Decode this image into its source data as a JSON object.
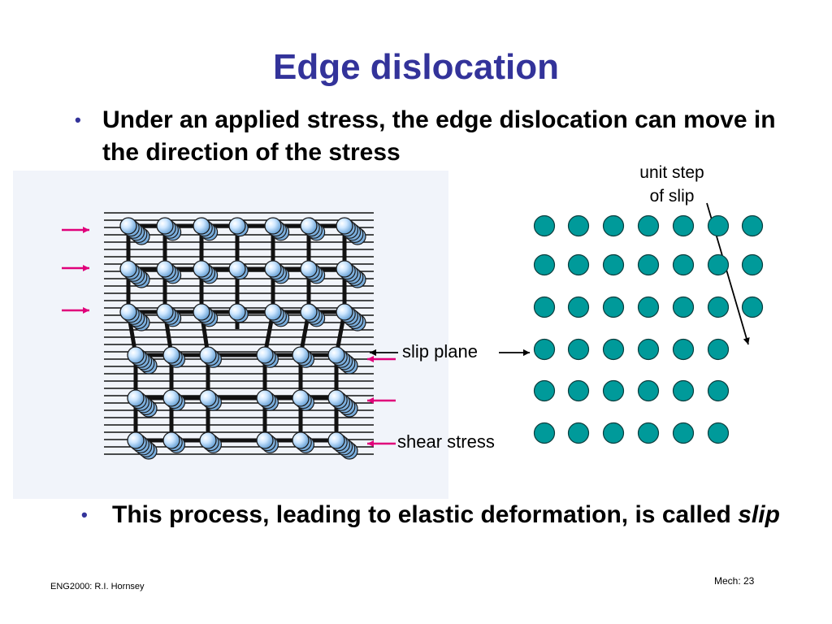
{
  "slide": {
    "title": "Edge dislocation",
    "bullet1": "Under an applied stress, the edge dislocation can move in the direction of the stress",
    "bullet2_text": "This process, leading to elastic deformation, is called ",
    "bullet2_emph": "slip",
    "bullet_glyph": "•"
  },
  "labels": {
    "unit_step_line1": "unit step",
    "unit_step_line2": "of slip",
    "slip_plane": "slip plane",
    "shear_stress": "shear stress"
  },
  "footer": {
    "left": "ENG2000: R.I. Hornsey",
    "right": "Mech: 23"
  },
  "colors": {
    "title": "#33339a",
    "atom_teal": "#009a9a",
    "atom_light": "#cce6ff",
    "stress_arrow": "#e0007a",
    "panel_bg": "#f1f4fa"
  }
}
